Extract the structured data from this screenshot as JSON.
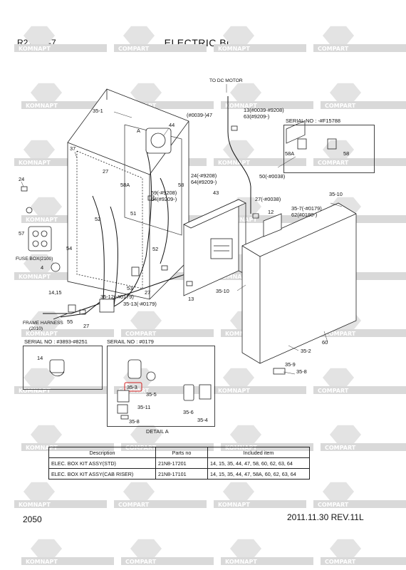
{
  "header": {
    "model": "R210LC-7",
    "title": "ELECTRIC BOX"
  },
  "footer": {
    "page_number": "2050",
    "revision": "2011.11.30  REV.11L"
  },
  "watermark": {
    "text_a": "KOMNAPT",
    "text_b": "COMPART"
  },
  "callouts": {
    "to_dc_motor": "TO DC MOTOR",
    "c35_1": "35-1",
    "c37": "37",
    "c24": "24",
    "c57": "57",
    "fuse_box": "FUSE BOX(2100)",
    "c4": "4",
    "c14_15": "14,15",
    "c54": "54",
    "frame_harness_1": "FRAME HARNESS",
    "frame_harness_2": "(2010)",
    "c55": "55",
    "c27": "27",
    "c52": "52",
    "c51": "51",
    "c58a": "58A",
    "c58": "58",
    "cA": "A",
    "c44": "44",
    "c47": "(#0039-)47",
    "c13_range1": "13(#0039-#9208)",
    "c63_range": "63(#9209-)",
    "c24_range": "24(-#9208)",
    "c64_range": "64(#9209-)",
    "c59_range": "59(-#9208)",
    "c64_range2": "64(#9209-)",
    "c43": "43",
    "c50_range": "50(-#0038)",
    "c27_range": "27(-#0038)",
    "c12": "12",
    "c35_10_top": "35-10",
    "c35_7": "35-7(-#0179)",
    "c62": "62(#0180-)",
    "c53": "53",
    "c35_12": "35-12(-#0179)",
    "c35_13": "35-13(-#0179)",
    "c13": "13",
    "c35_10": "35-10",
    "c60": "60",
    "c35_2": "35-2",
    "c35_9": "35-9",
    "c35_8": "35-8",
    "serial_top": "SERIAL NO : -#F15788",
    "serial_box1": "SERIAL NO : #3893-#8251",
    "serial_box2": "SERAIL NO : #0179",
    "c14": "14",
    "c35_3": "35-3",
    "c35_5": "35-5",
    "c35_11": "35-11",
    "c35_6": "35-6",
    "c35_4": "35-4",
    "detail_a": "DETAIL A"
  },
  "table": {
    "headers": [
      "Description",
      "Parts no",
      "Included item"
    ],
    "rows": [
      [
        "ELEC. BOX KIT ASSY(STD)",
        "21N8-17201",
        "14, 15, 35, 44, 47, 58, 60, 62, 63, 64"
      ],
      [
        "ELEC. BOX KIT ASSY(CAB RISER)",
        "21N8-17101",
        "14, 15, 35, 44, 47, 58A, 60, 62, 63, 64"
      ]
    ]
  },
  "colors": {
    "line": "#222222",
    "watermark": "#cfcfcf",
    "highlight": "#d22020"
  }
}
